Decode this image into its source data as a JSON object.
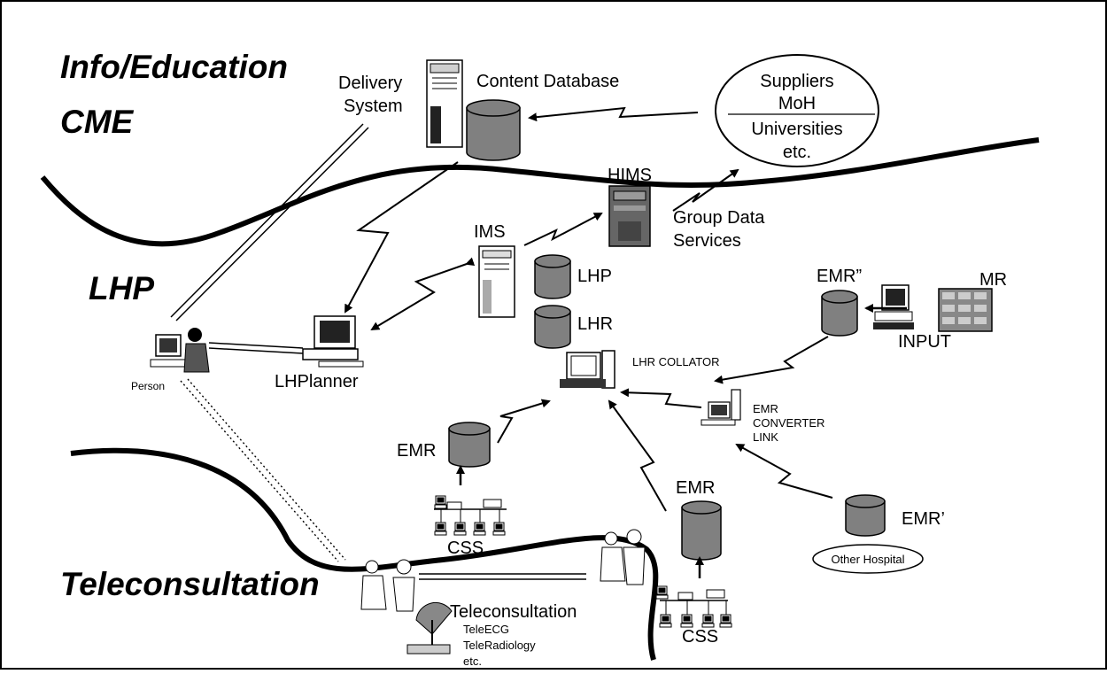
{
  "zones": {
    "info_education": "Info/Education",
    "cme": "CME",
    "lhp": "LHP",
    "teleconsultation": "Teleconsultation"
  },
  "labels": {
    "delivery_system_1": "Delivery",
    "delivery_system_2": "System",
    "content_database": "Content Database",
    "suppliers": "Suppliers",
    "moh": "MoH",
    "universities": "Universities",
    "etc": "etc.",
    "hims": "HIMS",
    "group_data_services_1": "Group Data",
    "group_data_services_2": "Services",
    "ims": "IMS",
    "lhp_db": "LHP",
    "lhr_db": "LHR",
    "person": "Person",
    "lhplanner": "LHPlanner",
    "lhr_collator": "LHR COLLATOR",
    "emr_double_prime": "EMR”",
    "mr": "MR",
    "input": "INPUT",
    "emr_converter_1": "EMR",
    "emr_converter_2": "CONVERTER",
    "emr_converter_3": "LINK",
    "emr_left": "EMR",
    "css_left": "CSS",
    "emr_center": "EMR",
    "css_right": "CSS",
    "emr_prime": "EMR’",
    "other_hospital": "Other Hospital",
    "teleconsultation_service": "Teleconsultation",
    "teleecg": "TeleECG",
    "teleradiology": "TeleRadiology",
    "tele_etc": "etc."
  },
  "colors": {
    "database_fill": "#808080",
    "line": "#000000",
    "background": "#ffffff"
  }
}
